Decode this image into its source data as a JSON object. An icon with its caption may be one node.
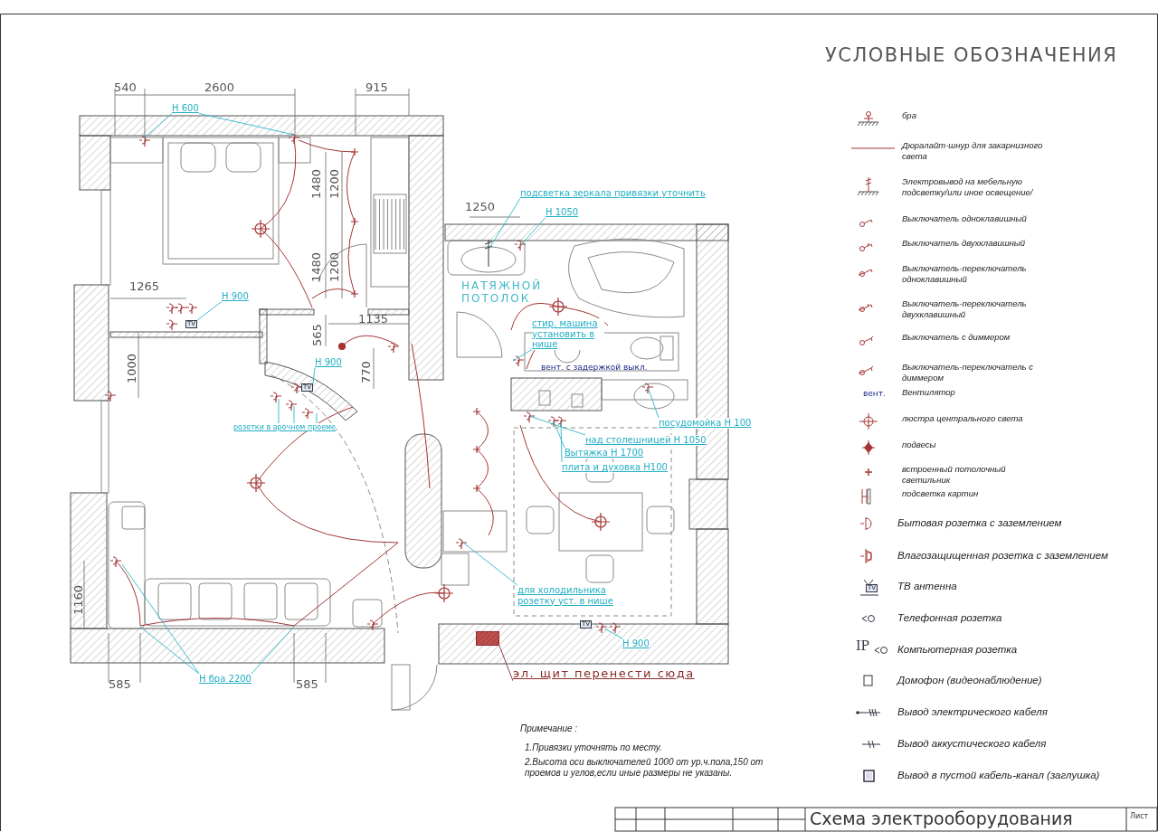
{
  "diagram": {
    "title": "Схема электрооборудования",
    "nodes": [
      {
        "text": [
          "Н 600"
        ]
      },
      {
        "text": [
          "Н 900"
        ]
      },
      {
        "text": [
          "Н 900"
        ]
      },
      {
        "text": [
          "розетки в арочном проеме"
        ]
      },
      {
        "text": [
          "подсветка зеркала привязки уточнить"
        ]
      },
      {
        "text": [
          "Н 1050"
        ]
      },
      {
        "text": [
          "стир. машина установить в нише"
        ]
      },
      {
        "text": [
          "посудомойка Н 100"
        ]
      },
      {
        "text": [
          "над столешницей Н 1050"
        ]
      },
      {
        "text": [
          "Вытяжка Н 1700"
        ]
      },
      {
        "text": [
          "плита и духовка Н100"
        ]
      },
      {
        "text": [
          "для холодильника розетку уст. в нише"
        ]
      },
      {
        "text": [
          "Н 900"
        ]
      },
      {
        "text": [
          "Н бра 2200"
        ]
      },
      {
        "text": [
          "эл. щит перенести сюда"
        ]
      },
      {
        "text": [],
        "shape": "box"
      },
      {
        "text": [
          "TV"
        ]
      },
      {
        "text": [
          "TV"
        ]
      }
    ],
    "edges": [
      {
        "from": 0,
        "to": null,
        "arrow": "none"
      },
      {
        "from": 0,
        "to": null,
        "arrow": "none"
      },
      {
        "from": 1,
        "to": 16,
        "arrow": "none"
      },
      {
        "from": 2,
        "to": 17,
        "arrow": "none"
      },
      {
        "from": 3,
        "to": null,
        "arrow": "none"
      },
      {
        "from": 3,
        "to": null,
        "arrow": "none"
      },
      {
        "from": 3,
        "to": null,
        "arrow": "none"
      },
      {
        "from": 4,
        "to": null,
        "arrow": "none"
      },
      {
        "from": 5,
        "to": null,
        "arrow": "none"
      },
      {
        "from": 6,
        "to": null,
        "arrow": "none"
      },
      {
        "from": 7,
        "to": null,
        "arrow": "none"
      },
      {
        "from": 8,
        "to": null,
        "arrow": "none"
      },
      {
        "from": 9,
        "to": null,
        "arrow": "none"
      },
      {
        "from": 10,
        "to": null,
        "arrow": "none"
      },
      {
        "from": 11,
        "to": null,
        "arrow": "none"
      },
      {
        "from": 12,
        "to": null,
        "arrow": "none"
      },
      {
        "from": 13,
        "to": null,
        "arrow": "none"
      },
      {
        "from": 13,
        "to": null,
        "arrow": "none"
      },
      {
        "from": 13,
        "to": null,
        "arrow": "none"
      },
      {
        "from": 14,
        "to": 15,
        "arrow": "none",
        "color": "#8b2b2b"
      }
    ],
    "labels": [
      "540",
      "2600",
      "915",
      "1480",
      "1200",
      "1480",
      "1200",
      "1265",
      "565",
      "1135",
      "1000",
      "770",
      "1250",
      "НАТЯЖНОЙ ПОТОЛОК",
      "вент. с задержкой выкл.",
      "1160",
      "TV",
      "585",
      "585",
      "УСЛОВНЫЕ ОБОЗНАЧЕНИЯ",
      "вент.",
      "TV",
      "IP",
      "Примечание :",
      "1.Привязки уточнять по месту.",
      "2.Высота оси выключателей 1000 от ур.ч.пола,150 от проемов и углов,если иные размеры не указаны.",
      "Лист"
    ],
    "legend": [
      {
        "text": "бра"
      },
      {
        "text": "Дюралайт-шнур для закарнизного света"
      },
      {
        "text": "Электровывод на мебельную подсветку/или иное освещение/"
      },
      {
        "text": "Выключатель одноклавишный"
      },
      {
        "text": "Выключатель двухклавишный"
      },
      {
        "text": "Выключатель-переключатель одноклавишный"
      },
      {
        "text": "Выключатель-переключатель двухклавишный"
      },
      {
        "text": "Выключатель с диммером"
      },
      {
        "text": "Выключатель-переключатель с диммером"
      },
      {
        "text": "Вентилятор"
      },
      {
        "text": "люстра центрального света"
      },
      {
        "text": "подвесы"
      },
      {
        "text": "встроенный потолочный светильник"
      },
      {
        "text": "подсветка картин"
      },
      {
        "text": "Бытовая розетка с заземлением"
      },
      {
        "text": "Влагозащищенная розетка с заземлением"
      },
      {
        "text": "ТВ антенна"
      },
      {
        "text": "Телефонная розетка"
      },
      {
        "text": "Компьютерная розетка"
      },
      {
        "text": "Домофон (видеонаблюдение)"
      },
      {
        "text": "Вывод электрического кабеля"
      },
      {
        "text": "Вывод аккустического кабеля"
      },
      {
        "text": "Вывод в пустой кабель-канал (заглушка)"
      }
    ]
  }
}
